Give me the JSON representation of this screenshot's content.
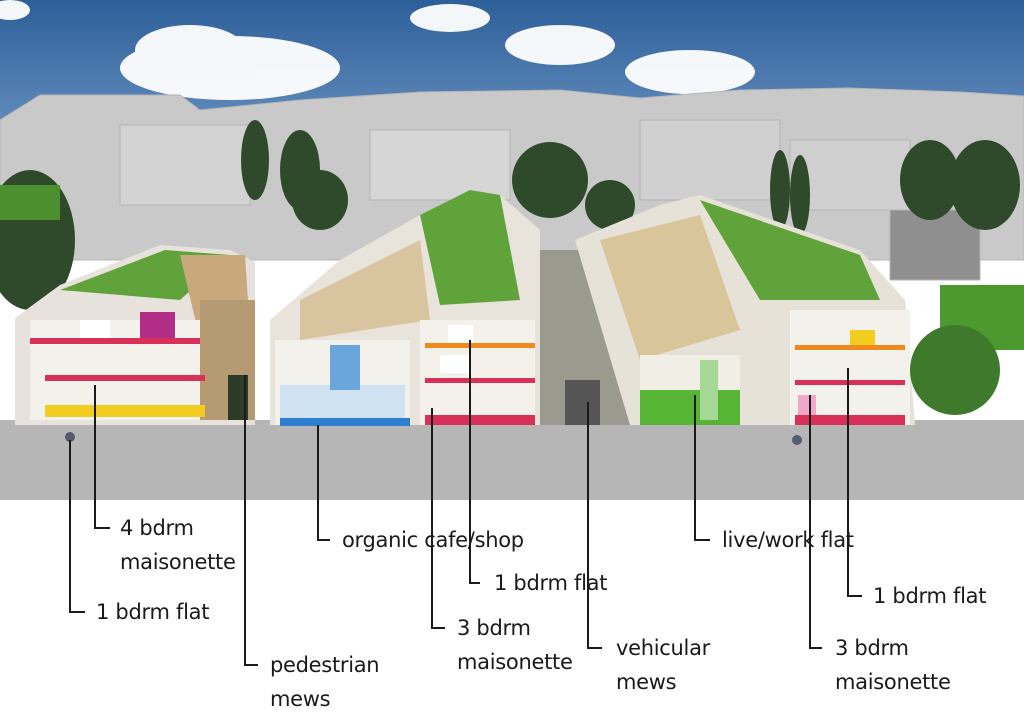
{
  "labels": {
    "four_bdrm": {
      "line1": "4 bdrm",
      "line2": "maisonette"
    },
    "one_bdrm_left": "1 bdrm flat",
    "pedestrian": {
      "line1": "pedestrian",
      "line2": "mews"
    },
    "organic": "organic cafe/shop",
    "one_bdrm_mid": "1 bdrm flat",
    "three_bdrm_mid": {
      "line1": "3 bdrm",
      "line2": "maisonette"
    },
    "vehicular": {
      "line1": "vehicular",
      "line2": "mews"
    },
    "livework": "live/work flat",
    "one_bdrm_right": "1 bdrm flat",
    "three_bdrm_right": {
      "line1": "3 bdrm",
      "line2": "maisonette"
    }
  },
  "colors": {
    "sky": "#3e6fa6",
    "roof_green": "#5fa33a",
    "floor_pink": "#d9305a",
    "floor_yellow": "#f2cc1f",
    "floor_blue": "#2f7fd0",
    "floor_green": "#56b535",
    "floor_orange": "#f08a1c",
    "ground_grey": "#b6b6b6"
  }
}
